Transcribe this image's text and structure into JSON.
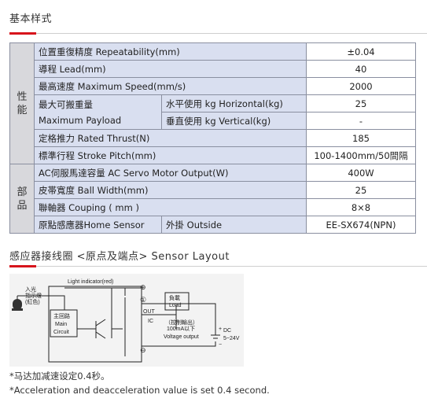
{
  "section1": {
    "title": "基本样式"
  },
  "spec": {
    "performance_label": "性能",
    "parts_label": "部品",
    "rows": [
      {
        "label": "位置重復精度 Repeatability(mm)",
        "value": "±0.04"
      },
      {
        "label": "導程 Lead(mm)",
        "value": "40"
      },
      {
        "label": "最高速度 Maximum Speed(mm/s)",
        "value": "2000"
      },
      {
        "label": "最大可搬重量 Maximum Payload",
        "label_line1": "最大可搬重量",
        "label_line2": "Maximum Payload",
        "sub": [
          {
            "label": "水平使用 kg Horizontal(kg)",
            "value": "25"
          },
          {
            "label": "垂直使用 kg Vertical(kg)",
            "value": "-"
          }
        ]
      },
      {
        "label": "定格推力 Rated Thrust(N)",
        "value": "185"
      },
      {
        "label": "標準行程 Stroke Pitch(mm)",
        "value": "100-1400mm/50間隔"
      },
      {
        "label": "AC伺服馬達容量 AC Servo Motor Output(W)",
        "value": "400W"
      },
      {
        "label": "皮帯寬度 Ball Width(mm)",
        "value": "25"
      },
      {
        "label": "聯軸器 Couping ( mm )",
        "value": "8×8"
      },
      {
        "label": "原點感應器Home Sensor",
        "sublabel": "外掛 Outside",
        "value": "EE-SX674(NPN)"
      }
    ]
  },
  "section2": {
    "title": "感应器接线圈 <原点及端点> Sensor Layout"
  },
  "diagram": {
    "light_indicator": "Light indicator(red)",
    "in_light_1": "入光",
    "in_light_2": "指示燈",
    "in_light_3": "(紅色)",
    "main_circuit_cn": "主回路",
    "main_circuit_1": "Main",
    "main_circuit_2": "Circuit",
    "load_cn": "負載",
    "load_en": "Load",
    "out": "OUT",
    "ic": "IC",
    "control_output": "（控制輸出）",
    "ma_max": "100mA以下",
    "voltage_output": "Voltage output",
    "dc": "DC",
    "dc_range": "5~24V",
    "plus": "+",
    "minus": "−",
    "terminal_1": "⊕",
    "terminal_2": "①",
    "terminal_3": "⊖"
  },
  "notes": {
    "cn": "*马达加减速设定0.4秒。",
    "en": "*Acceleration and deacceleration value is set 0.4 second."
  },
  "colors": {
    "accent_red": "#d7141c",
    "header_blue": "#d9dff0",
    "category_gray": "#d8d8dc"
  }
}
